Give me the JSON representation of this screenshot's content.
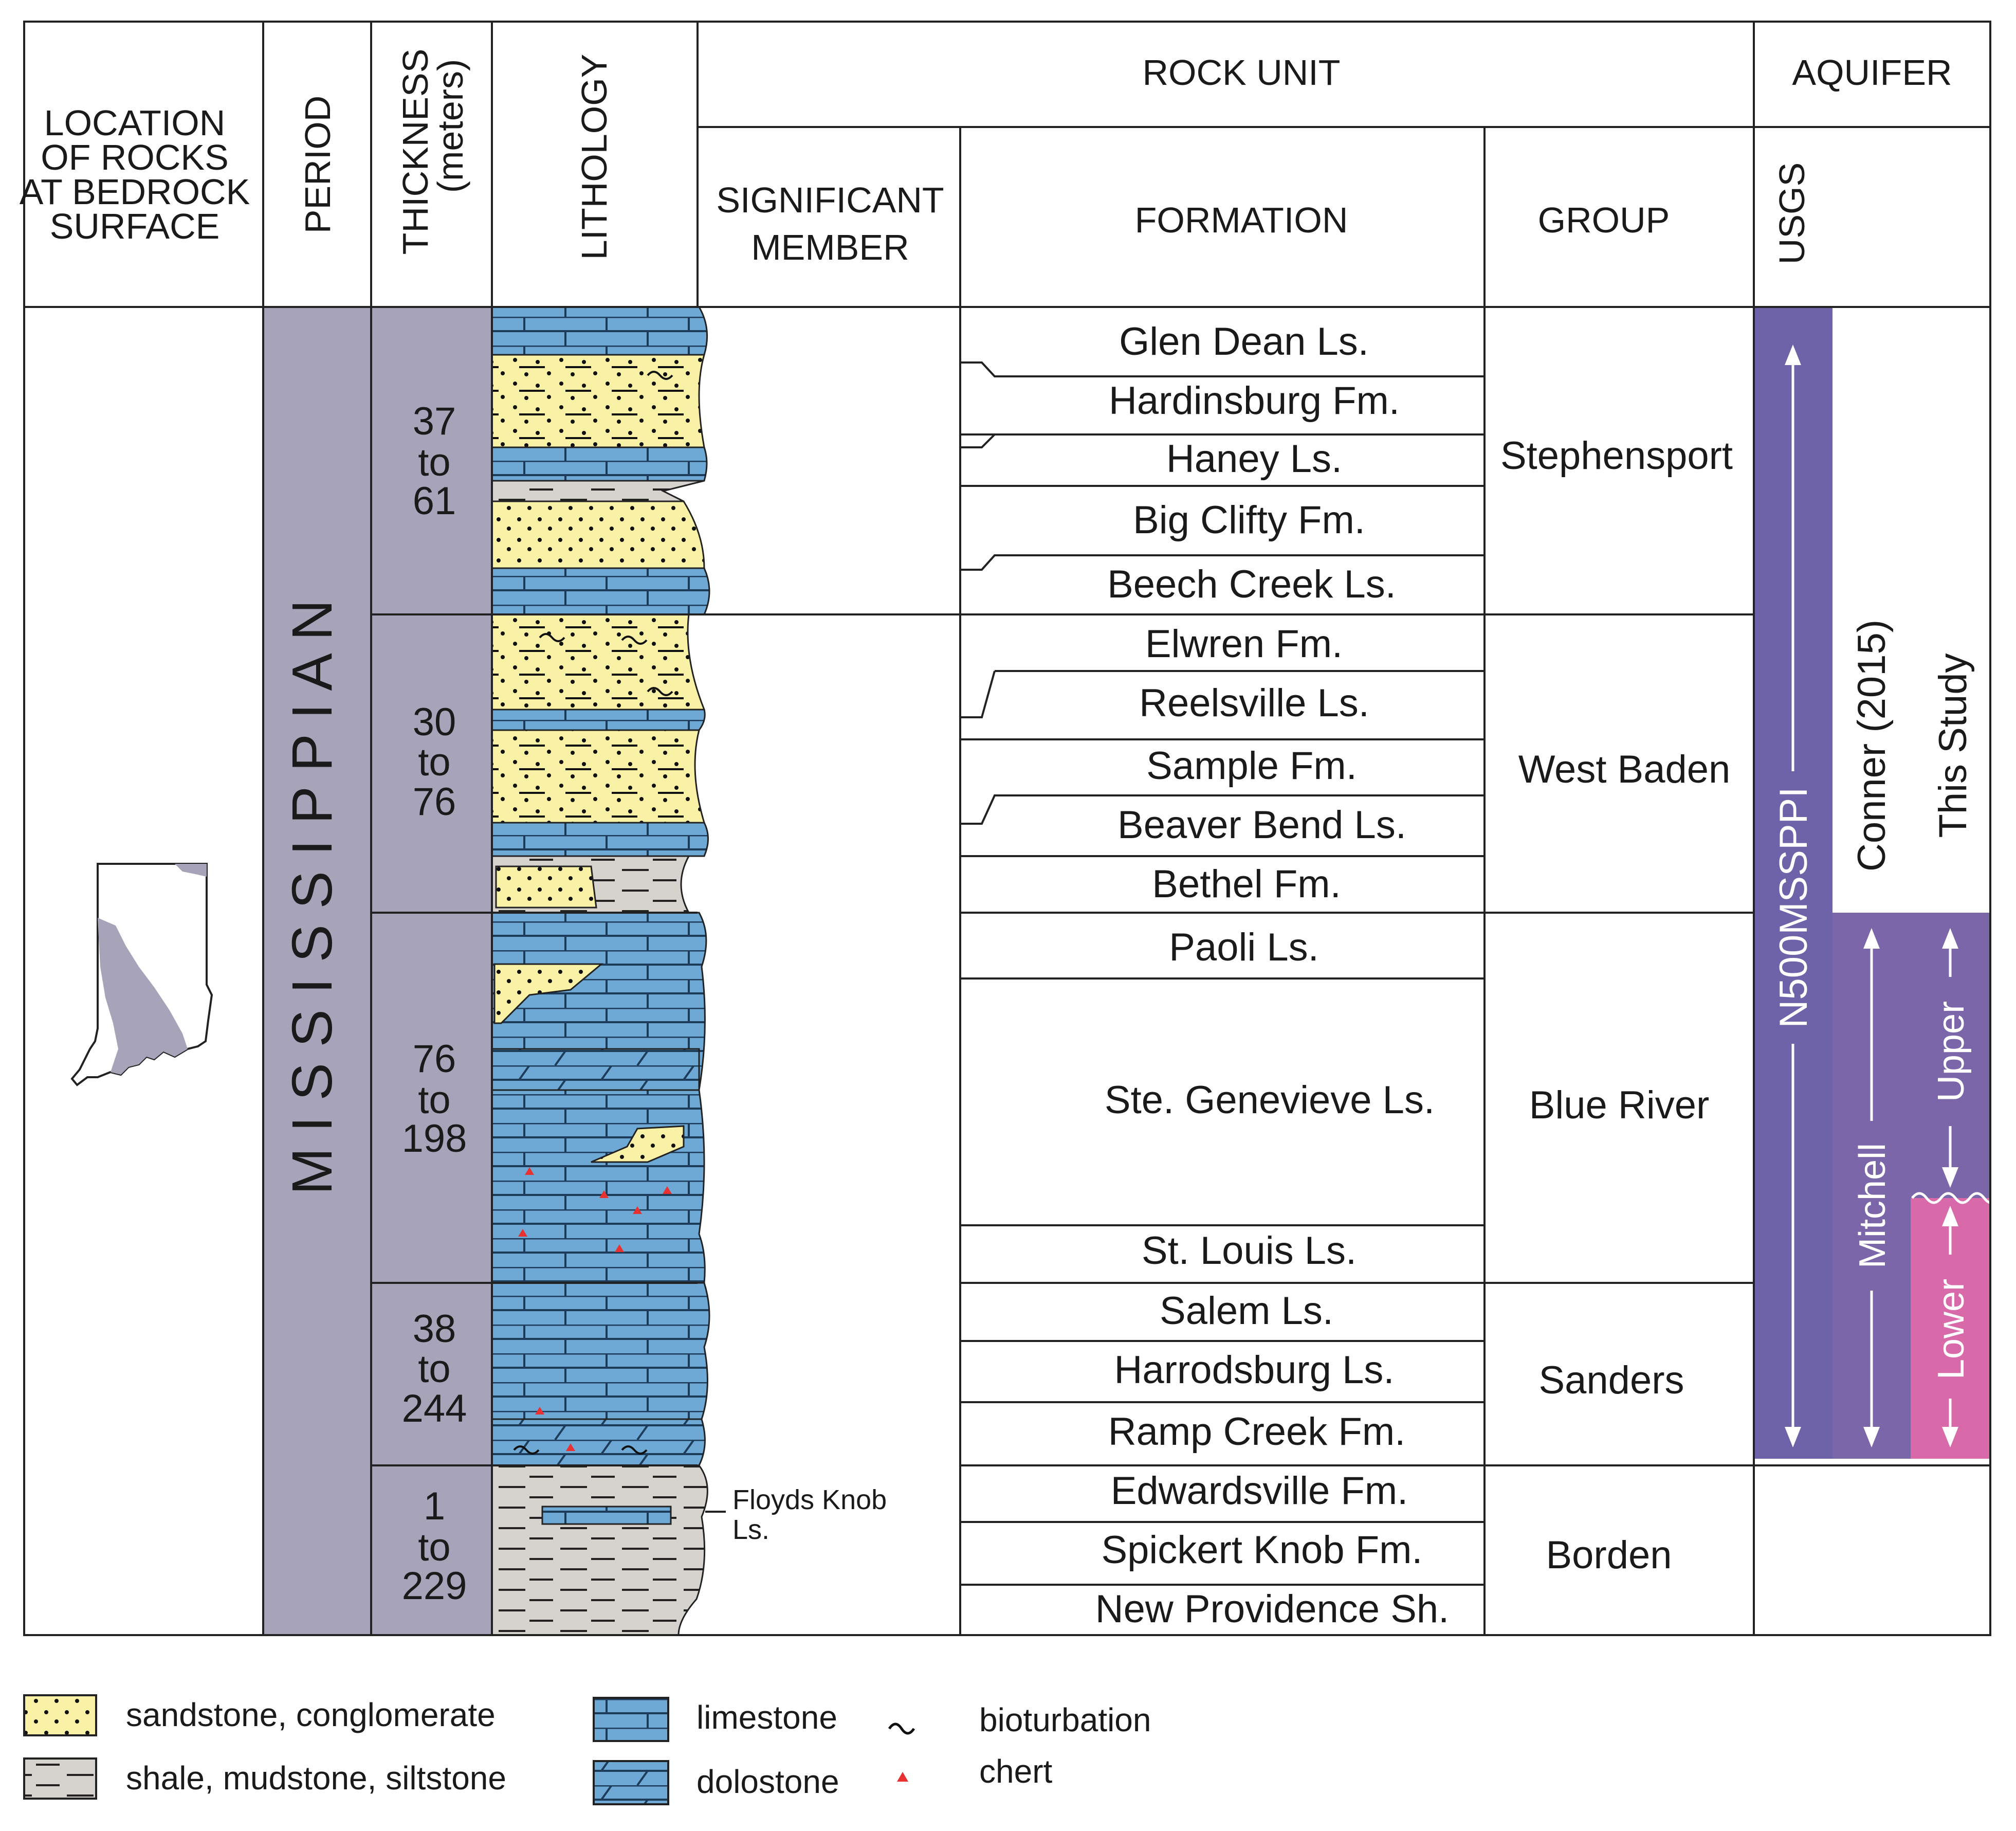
{
  "headers": {
    "location": [
      "LOCATION",
      "OF ROCKS",
      "AT BEDROCK",
      "SURFACE"
    ],
    "period": "PERIOD",
    "thickness": "THICKNESS",
    "thickness_unit": "(meters)",
    "lithology": "LITHOLOGY",
    "rock_unit": "ROCK UNIT",
    "significant_member": [
      "SIGNIFICANT",
      "MEMBER"
    ],
    "formation": "FORMATION",
    "group": "GROUP",
    "aquifer": "AQUIFER",
    "usgs": "USGS"
  },
  "period_name": "M I S S I S S I P P I A N",
  "thickness_ranges": [
    [
      "37",
      "to",
      "61"
    ],
    [
      "30",
      "to",
      "76"
    ],
    [
      "76",
      "to",
      "198"
    ],
    [
      "38",
      "to",
      "244"
    ],
    [
      "1",
      "to",
      "229"
    ]
  ],
  "members": [
    {
      "label": [
        "Floyds Knob",
        "Ls."
      ]
    }
  ],
  "formations": [
    "Glen Dean Ls.",
    "Hardinsburg Fm.",
    "Haney Ls.",
    "Big Clifty Fm.",
    "Beech Creek Ls.",
    "Elwren Fm.",
    "Reelsville Ls.",
    "Sample Fm.",
    "Beaver Bend Ls.",
    "Bethel Fm.",
    "Paoli Ls.",
    "Ste. Genevieve Ls.",
    "St. Louis Ls.",
    "Salem Ls.",
    "Harrodsburg Ls.",
    "Ramp Creek Fm.",
    "Edwardsville Fm.",
    "Spickert Knob Fm.",
    "New Providence Sh."
  ],
  "groups": [
    "Stephensport",
    "West Baden",
    "Blue River",
    "Sanders",
    "Borden"
  ],
  "aquifers": {
    "usgs": "N500MSSPPI",
    "conner_title": "Conner (2015)",
    "conner_unit": "Mitchell",
    "study_title": "This Study",
    "study_upper": "Upper",
    "study_lower": "Lower"
  },
  "legend": {
    "sandstone": "sandstone, conglomerate",
    "shale": "shale, mudstone, siltstone",
    "limestone": "limestone",
    "dolostone": "dolostone",
    "bioturbation": "bioturbation",
    "chert": "chert"
  },
  "colors": {
    "period_fill": "#a7a3b8",
    "sandstone": "#f9f1a6",
    "shale": "#d6d3cf",
    "limestone": "#6ea8d4",
    "usgs_aquifer": "#6e62a8",
    "conner_aquifer": "#7b66aa",
    "upper_aquifer": "#7b66aa",
    "lower_aquifer": "#d96aaa",
    "chert": "#e83232",
    "indiana_outcrop": "#a7a3b8"
  }
}
